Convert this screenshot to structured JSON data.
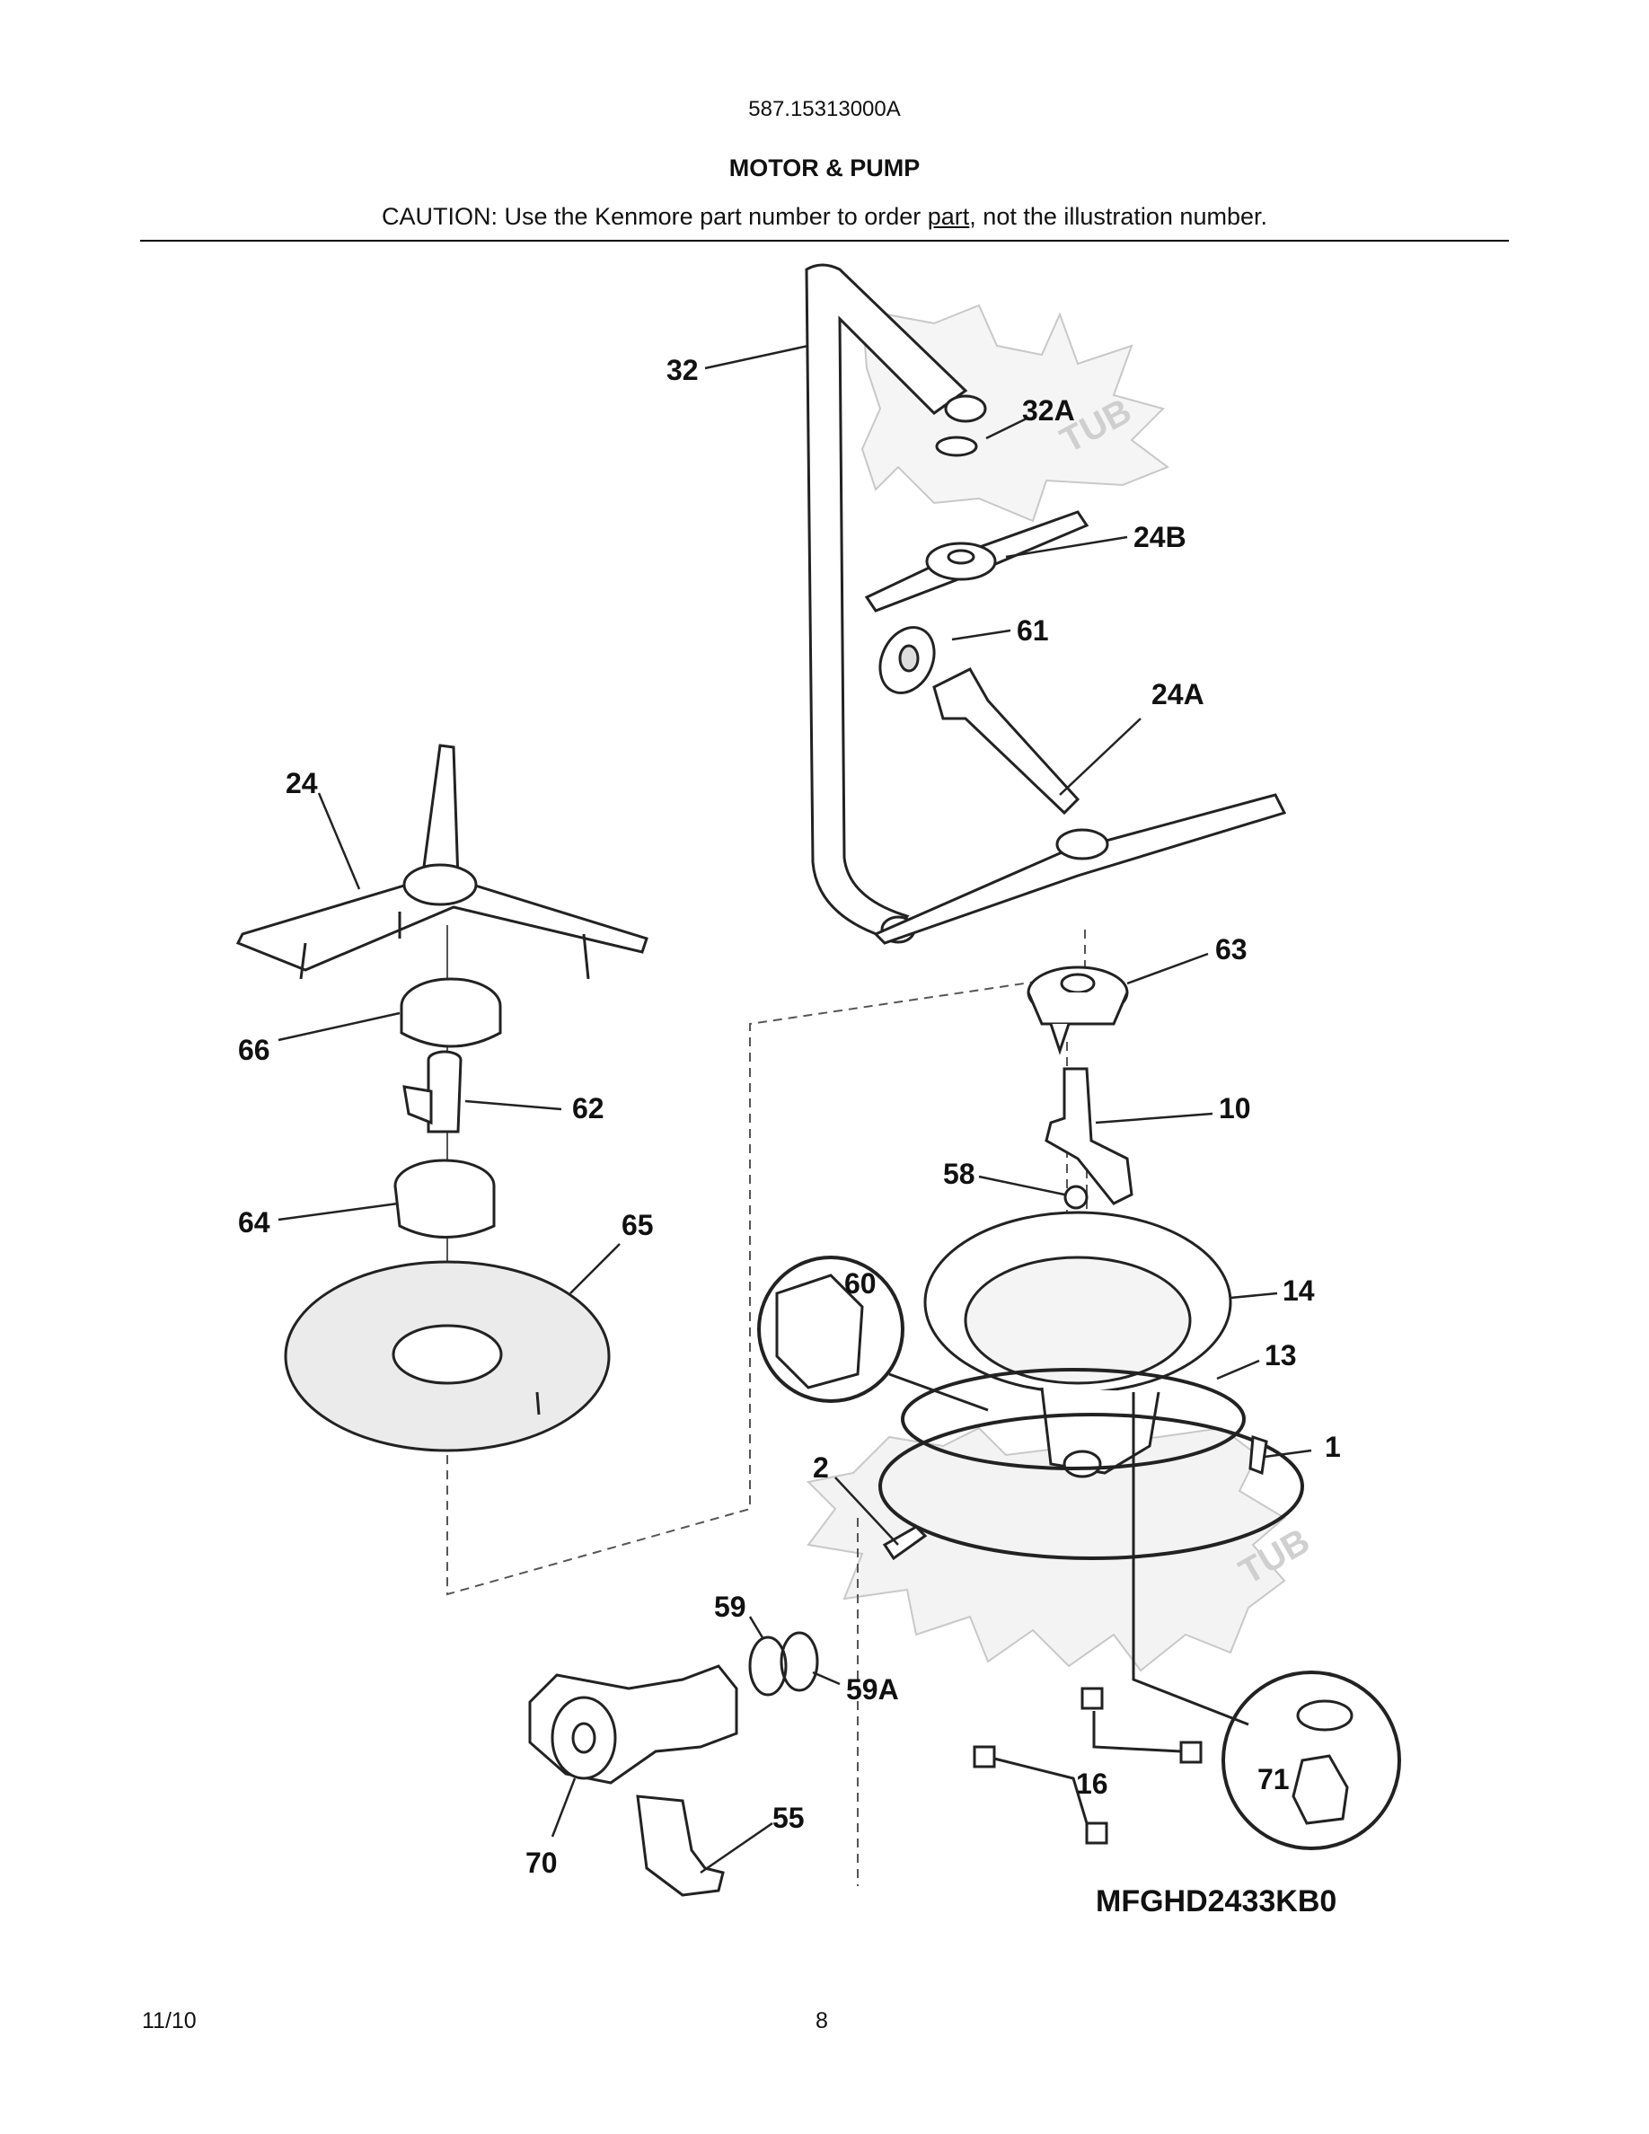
{
  "header": {
    "doc_number": "587.15313000A",
    "section_title": "MOTOR & PUMP",
    "caution_prefix": "CAUTION: Use the Kenmore part number to order ",
    "caution_link": "part",
    "caution_suffix": ", not the illustration number."
  },
  "diagram": {
    "tub_text": "TUB",
    "model_number": "MFGHD2433KB0",
    "callouts": {
      "c32": "32",
      "c32a": "32A",
      "c24b": "24B",
      "c61": "61",
      "c24a": "24A",
      "c24": "24",
      "c63": "63",
      "c66": "66",
      "c62": "62",
      "c10": "10",
      "c58": "58",
      "c64": "64",
      "c65": "65",
      "c60": "60",
      "c14": "14",
      "c13": "13",
      "c1": "1",
      "c2": "2",
      "c59": "59",
      "c59a": "59A",
      "c55": "55",
      "c16": "16",
      "c71": "71",
      "c70": "70"
    }
  },
  "footer": {
    "date": "11/10",
    "page": "8"
  }
}
